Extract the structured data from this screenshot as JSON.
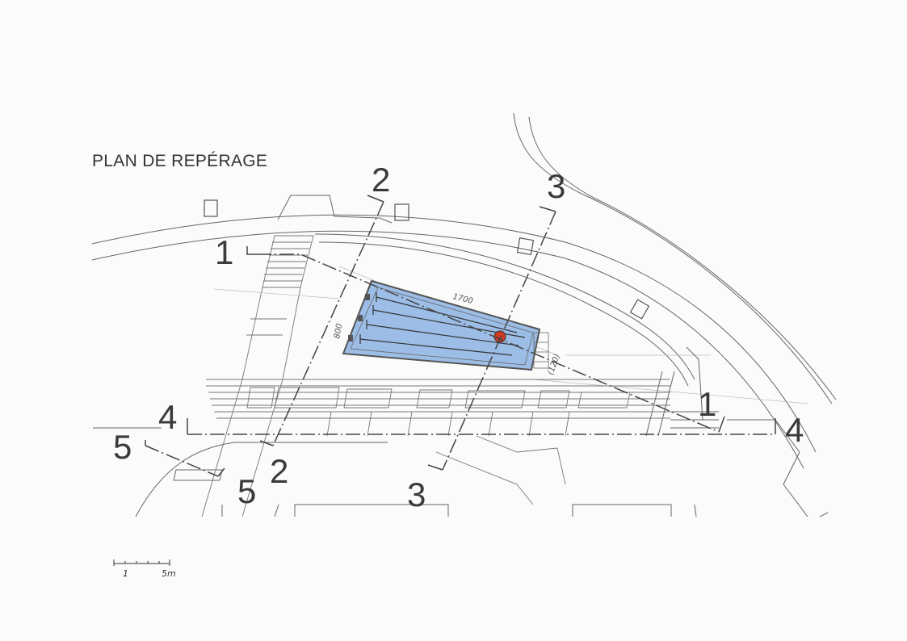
{
  "title": "PLAN DE REPÉRAGE",
  "section_markers": {
    "s1a": "1",
    "s1b": "1",
    "s2a": "2",
    "s2b": "2",
    "s3a": "3",
    "s3b": "3",
    "s4a": "4",
    "s4b": "4",
    "s5a": "5",
    "s5b": "5"
  },
  "annotations": {
    "length": "1700",
    "width": "800",
    "end": "(120)"
  },
  "scale_bar": {
    "start": "1",
    "end": "5m"
  },
  "colors": {
    "basin_fill": "#9cbde6",
    "basin_edge": "#555555",
    "marker": "#d23a22",
    "line": "#555555"
  }
}
